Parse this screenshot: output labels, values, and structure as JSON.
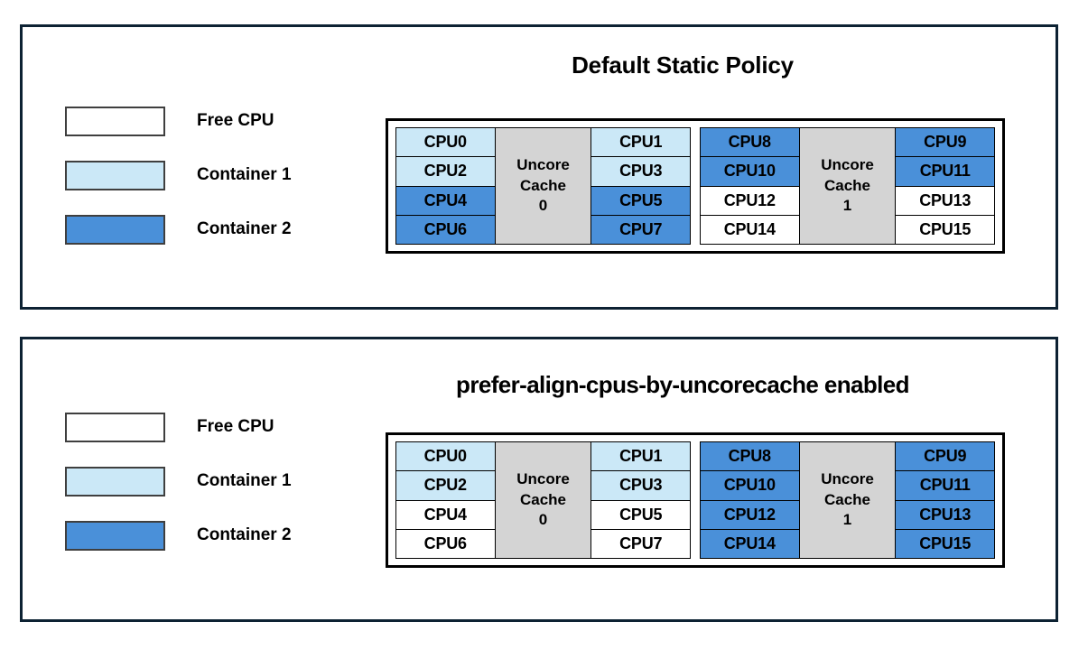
{
  "colors": {
    "free_cpu": "#ffffff",
    "container1": "#cbe8f7",
    "container2": "#4a90d9",
    "uncore_cache": "#d4d4d4",
    "panel_border": "#0d2233",
    "cell_border": "#000000"
  },
  "legend": {
    "items": [
      {
        "label": "Free CPU",
        "fill": "free"
      },
      {
        "label": "Container 1",
        "fill": "container1"
      },
      {
        "label": "Container 2",
        "fill": "container2"
      }
    ]
  },
  "panels": [
    {
      "id": "static",
      "title": "Default Static Policy",
      "groups": [
        {
          "cache_label_line1": "Uncore",
          "cache_label_line2": "Cache",
          "cache_label_line3": "0",
          "left_column": [
            {
              "label": "CPU0",
              "fill": "container1"
            },
            {
              "label": "CPU2",
              "fill": "container1"
            },
            {
              "label": "CPU4",
              "fill": "container2"
            },
            {
              "label": "CPU6",
              "fill": "container2"
            }
          ],
          "right_column": [
            {
              "label": "CPU1",
              "fill": "container1"
            },
            {
              "label": "CPU3",
              "fill": "container1"
            },
            {
              "label": "CPU5",
              "fill": "container2"
            },
            {
              "label": "CPU7",
              "fill": "container2"
            }
          ]
        },
        {
          "cache_label_line1": "Uncore",
          "cache_label_line2": "Cache",
          "cache_label_line3": "1",
          "left_column": [
            {
              "label": "CPU8",
              "fill": "container2"
            },
            {
              "label": "CPU10",
              "fill": "container2"
            },
            {
              "label": "CPU12",
              "fill": "free"
            },
            {
              "label": "CPU14",
              "fill": "free"
            }
          ],
          "right_column": [
            {
              "label": "CPU9",
              "fill": "container2"
            },
            {
              "label": "CPU11",
              "fill": "container2"
            },
            {
              "label": "CPU13",
              "fill": "free"
            },
            {
              "label": "CPU15",
              "fill": "free"
            }
          ]
        }
      ]
    },
    {
      "id": "prefer",
      "title": "prefer-align-cpus-by-uncorecache enabled",
      "groups": [
        {
          "cache_label_line1": "Uncore",
          "cache_label_line2": "Cache",
          "cache_label_line3": "0",
          "left_column": [
            {
              "label": "CPU0",
              "fill": "container1"
            },
            {
              "label": "CPU2",
              "fill": "container1"
            },
            {
              "label": "CPU4",
              "fill": "free"
            },
            {
              "label": "CPU6",
              "fill": "free"
            }
          ],
          "right_column": [
            {
              "label": "CPU1",
              "fill": "container1"
            },
            {
              "label": "CPU3",
              "fill": "container1"
            },
            {
              "label": "CPU5",
              "fill": "free"
            },
            {
              "label": "CPU7",
              "fill": "free"
            }
          ]
        },
        {
          "cache_label_line1": "Uncore",
          "cache_label_line2": "Cache",
          "cache_label_line3": "1",
          "left_column": [
            {
              "label": "CPU8",
              "fill": "container2"
            },
            {
              "label": "CPU10",
              "fill": "container2"
            },
            {
              "label": "CPU12",
              "fill": "container2"
            },
            {
              "label": "CPU14",
              "fill": "container2"
            }
          ],
          "right_column": [
            {
              "label": "CPU9",
              "fill": "container2"
            },
            {
              "label": "CPU11",
              "fill": "container2"
            },
            {
              "label": "CPU13",
              "fill": "container2"
            },
            {
              "label": "CPU15",
              "fill": "container2"
            }
          ]
        }
      ]
    }
  ]
}
